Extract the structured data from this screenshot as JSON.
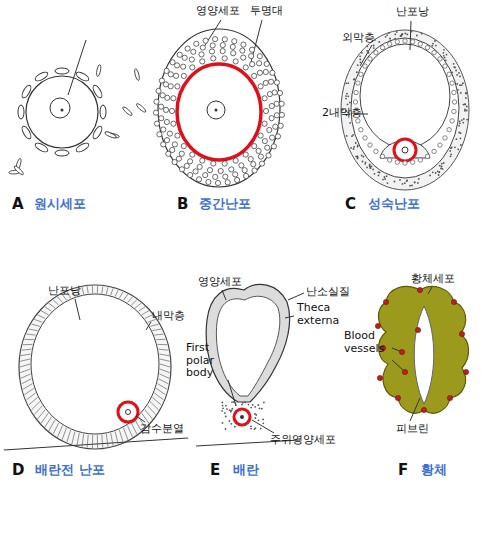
{
  "diagram": {
    "labels": [
      "A",
      "원시세포",
      "영양세포",
      "투명대",
      "B",
      "중간난포",
      "난포낭",
      "외막층",
      "2내막층",
      "C",
      "성숙난포",
      "난포낭",
      "내막층",
      "감수분열",
      "D",
      "배란전 난포",
      "영양세포",
      "난소실질",
      "Theca externa",
      "First polar body",
      "주위영양세포",
      "E",
      "배란",
      "황체세포",
      "Blood vessels",
      "피브린",
      "F",
      "황체"
    ]
  }
}
